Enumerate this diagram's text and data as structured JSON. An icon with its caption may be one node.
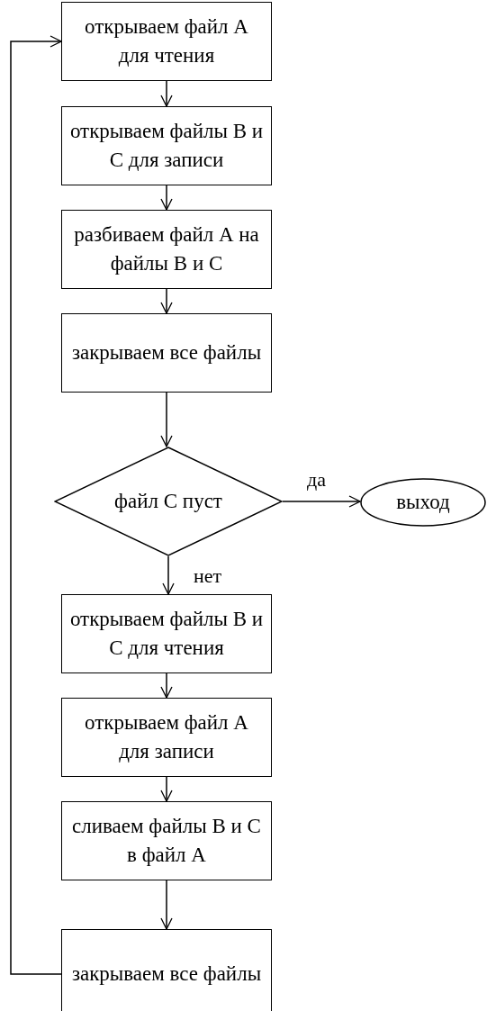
{
  "diagram": {
    "nodes": [
      {
        "text": [
          "открываем файл А для чтения"
        ]
      },
      {
        "text": [
          "открываем файлы В и С для записи"
        ]
      },
      {
        "text": [
          "разбиваем файл А на файлы В и С"
        ]
      },
      {
        "text": [
          "закрываем все файлы"
        ]
      },
      {
        "text": [
          "файл С пуст"
        ]
      },
      {
        "text": [
          "выход"
        ]
      },
      {
        "text": [
          "открываем файлы В и С для чтения"
        ]
      },
      {
        "text": [
          "открываем файл А для записи"
        ]
      },
      {
        "text": [
          "сливаем файлы В и С в файл А"
        ]
      },
      {
        "text": [
          "закрываем все файлы"
        ]
      }
    ],
    "edges": [
      {
        "from": 0,
        "to": 1,
        "arrow": "to"
      },
      {
        "from": 1,
        "to": 2,
        "arrow": "to"
      },
      {
        "from": 2,
        "to": 3,
        "arrow": "to"
      },
      {
        "from": 3,
        "to": 4,
        "arrow": "to"
      },
      {
        "from": 4,
        "to": 5,
        "arrow": "to",
        "label": "да"
      },
      {
        "from": 4,
        "to": 6,
        "arrow": "to",
        "label": "нет"
      },
      {
        "from": 6,
        "to": 7,
        "arrow": "to"
      },
      {
        "from": 7,
        "to": 8,
        "arrow": "to"
      },
      {
        "from": 8,
        "to": 9,
        "arrow": "to"
      },
      {
        "from": 9,
        "to": 0,
        "arrow": "to"
      }
    ]
  }
}
